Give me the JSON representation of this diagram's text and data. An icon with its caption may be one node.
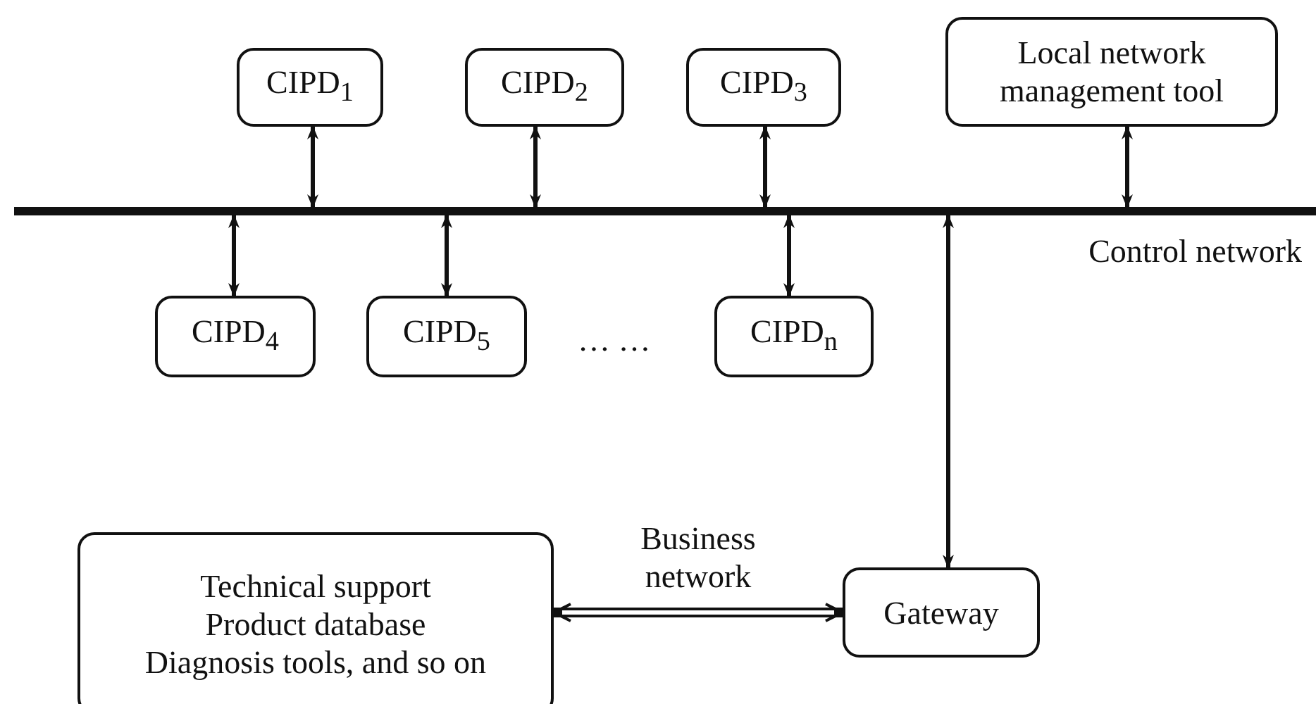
{
  "diagram": {
    "nodes": [
      {
        "text": [
          "CIPD$_{1}$"
        ]
      },
      {
        "text": [
          "CIPD$_{2}$"
        ]
      },
      {
        "text": [
          "CIPD$_{3}$"
        ]
      },
      {
        "text": [
          "Local network management tool"
        ]
      },
      {
        "text": [],
        "shape": "bar",
        "beside": [
          "Control network"
        ]
      },
      {
        "text": [
          "CIPD$_{4}$"
        ]
      },
      {
        "text": [
          "CIPD$_{5}$"
        ]
      },
      {
        "text": [
          "CIPD$_{n}$"
        ]
      },
      {
        "text": [
          "Technical support",
          "Product database",
          "Diagnosis tools, and so on"
        ]
      },
      {
        "text": [
          "Gateway"
        ]
      }
    ],
    "edges": [
      {
        "from": 0,
        "to": 4,
        "arrow": "both"
      },
      {
        "from": 1,
        "to": 4,
        "arrow": "both"
      },
      {
        "from": 2,
        "to": 4,
        "arrow": "both"
      },
      {
        "from": 3,
        "to": 4,
        "arrow": "both"
      },
      {
        "from": 4,
        "to": 5,
        "arrow": "both"
      },
      {
        "from": 4,
        "to": 6,
        "arrow": "both"
      },
      {
        "from": 4,
        "to": 7,
        "arrow": "both"
      },
      {
        "from": 4,
        "to": 9,
        "arrow": "both"
      },
      {
        "from": 8,
        "to": 9,
        "arrow": "both",
        "label": "Business network",
        "style": "thick"
      }
    ],
    "labels": [
      "… …"
    ]
  }
}
